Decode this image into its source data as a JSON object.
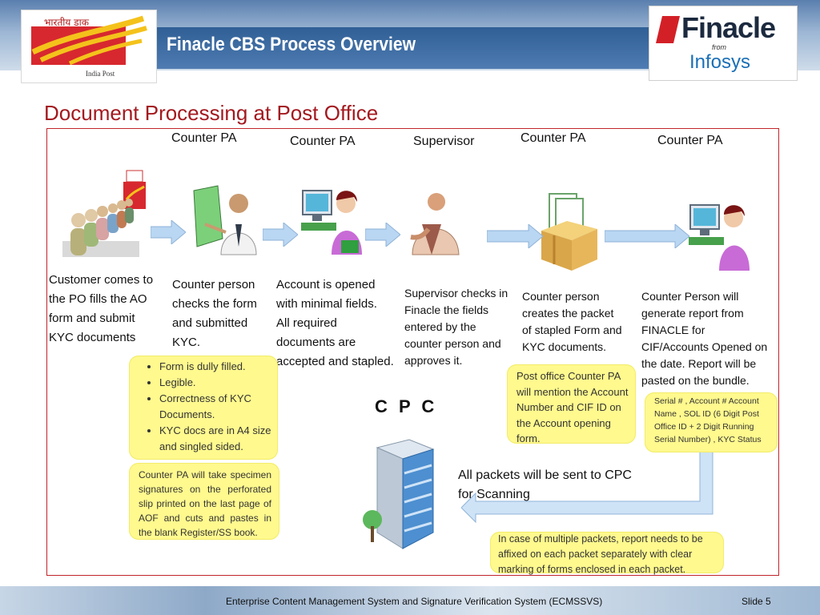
{
  "header": {
    "title": "Finacle CBS Process Overview",
    "left_logo": {
      "hindi": "भारतीय डाक",
      "caption": "India Post"
    },
    "right_logo": {
      "main": "Finacle",
      "from": "from",
      "brand": "Infosys"
    }
  },
  "section_title": "Document Processing at Post Office",
  "roles": [
    "Counter PA",
    "Counter PA",
    "Supervisor",
    "Counter PA",
    "Counter PA"
  ],
  "descriptions": {
    "customer": [
      "Customer comes to",
      "the PO fills the AO",
      "form and submit",
      "KYC documents"
    ],
    "check": [
      "Counter person",
      "checks the form",
      "and submitted",
      "KYC."
    ],
    "open": [
      "Account is opened",
      "with minimal fields.",
      "All required",
      "documents are",
      "accepted and stapled."
    ],
    "supervisor": [
      "Supervisor checks in",
      "Finacle the fields",
      "entered by the",
      "counter person and",
      "approves it."
    ],
    "packet": [
      "Counter person",
      "creates the packet",
      "of stapled Form and",
      "KYC documents."
    ],
    "report": [
      "Counter Person will",
      "generate report from",
      "FINACLE for",
      "CIF/Accounts Opened on",
      "the date.  Report will be",
      "pasted on the bundle."
    ]
  },
  "notes": {
    "checklist": [
      "Form is dully filled.",
      "Legible.",
      "Correctness of KYC Documents.",
      "KYC docs are in A4 size and singled sided."
    ],
    "specimen": "Counter PA will take specimen signatures on the perforated slip printed on the last page of AOF and cuts and pastes in the blank Register/SS book.",
    "mention": "Post office Counter PA will mention the Account Number and CIF ID on the Account opening form.",
    "serial": "Serial # , Account # Account Name , SOL ID (6 Digit Post Office ID + 2 Digit Running Serial Number) , KYC Status",
    "multiple": "In case of multiple packets, report needs to be affixed on each  packet separately with clear marking of forms enclosed in each packet."
  },
  "cpc": {
    "title": "C P C",
    "text_line1": "All packets will be sent to CPC",
    "text_line2": "for Scanning"
  },
  "footer": {
    "text": "Enterprise Content Management System and Signature Verification System (ECMSSVS)",
    "slide": "Slide 5"
  },
  "colors": {
    "accent_red": "#a3191f",
    "note_yellow": "#fff98e",
    "arrow_blue": "#b9d6f2"
  }
}
